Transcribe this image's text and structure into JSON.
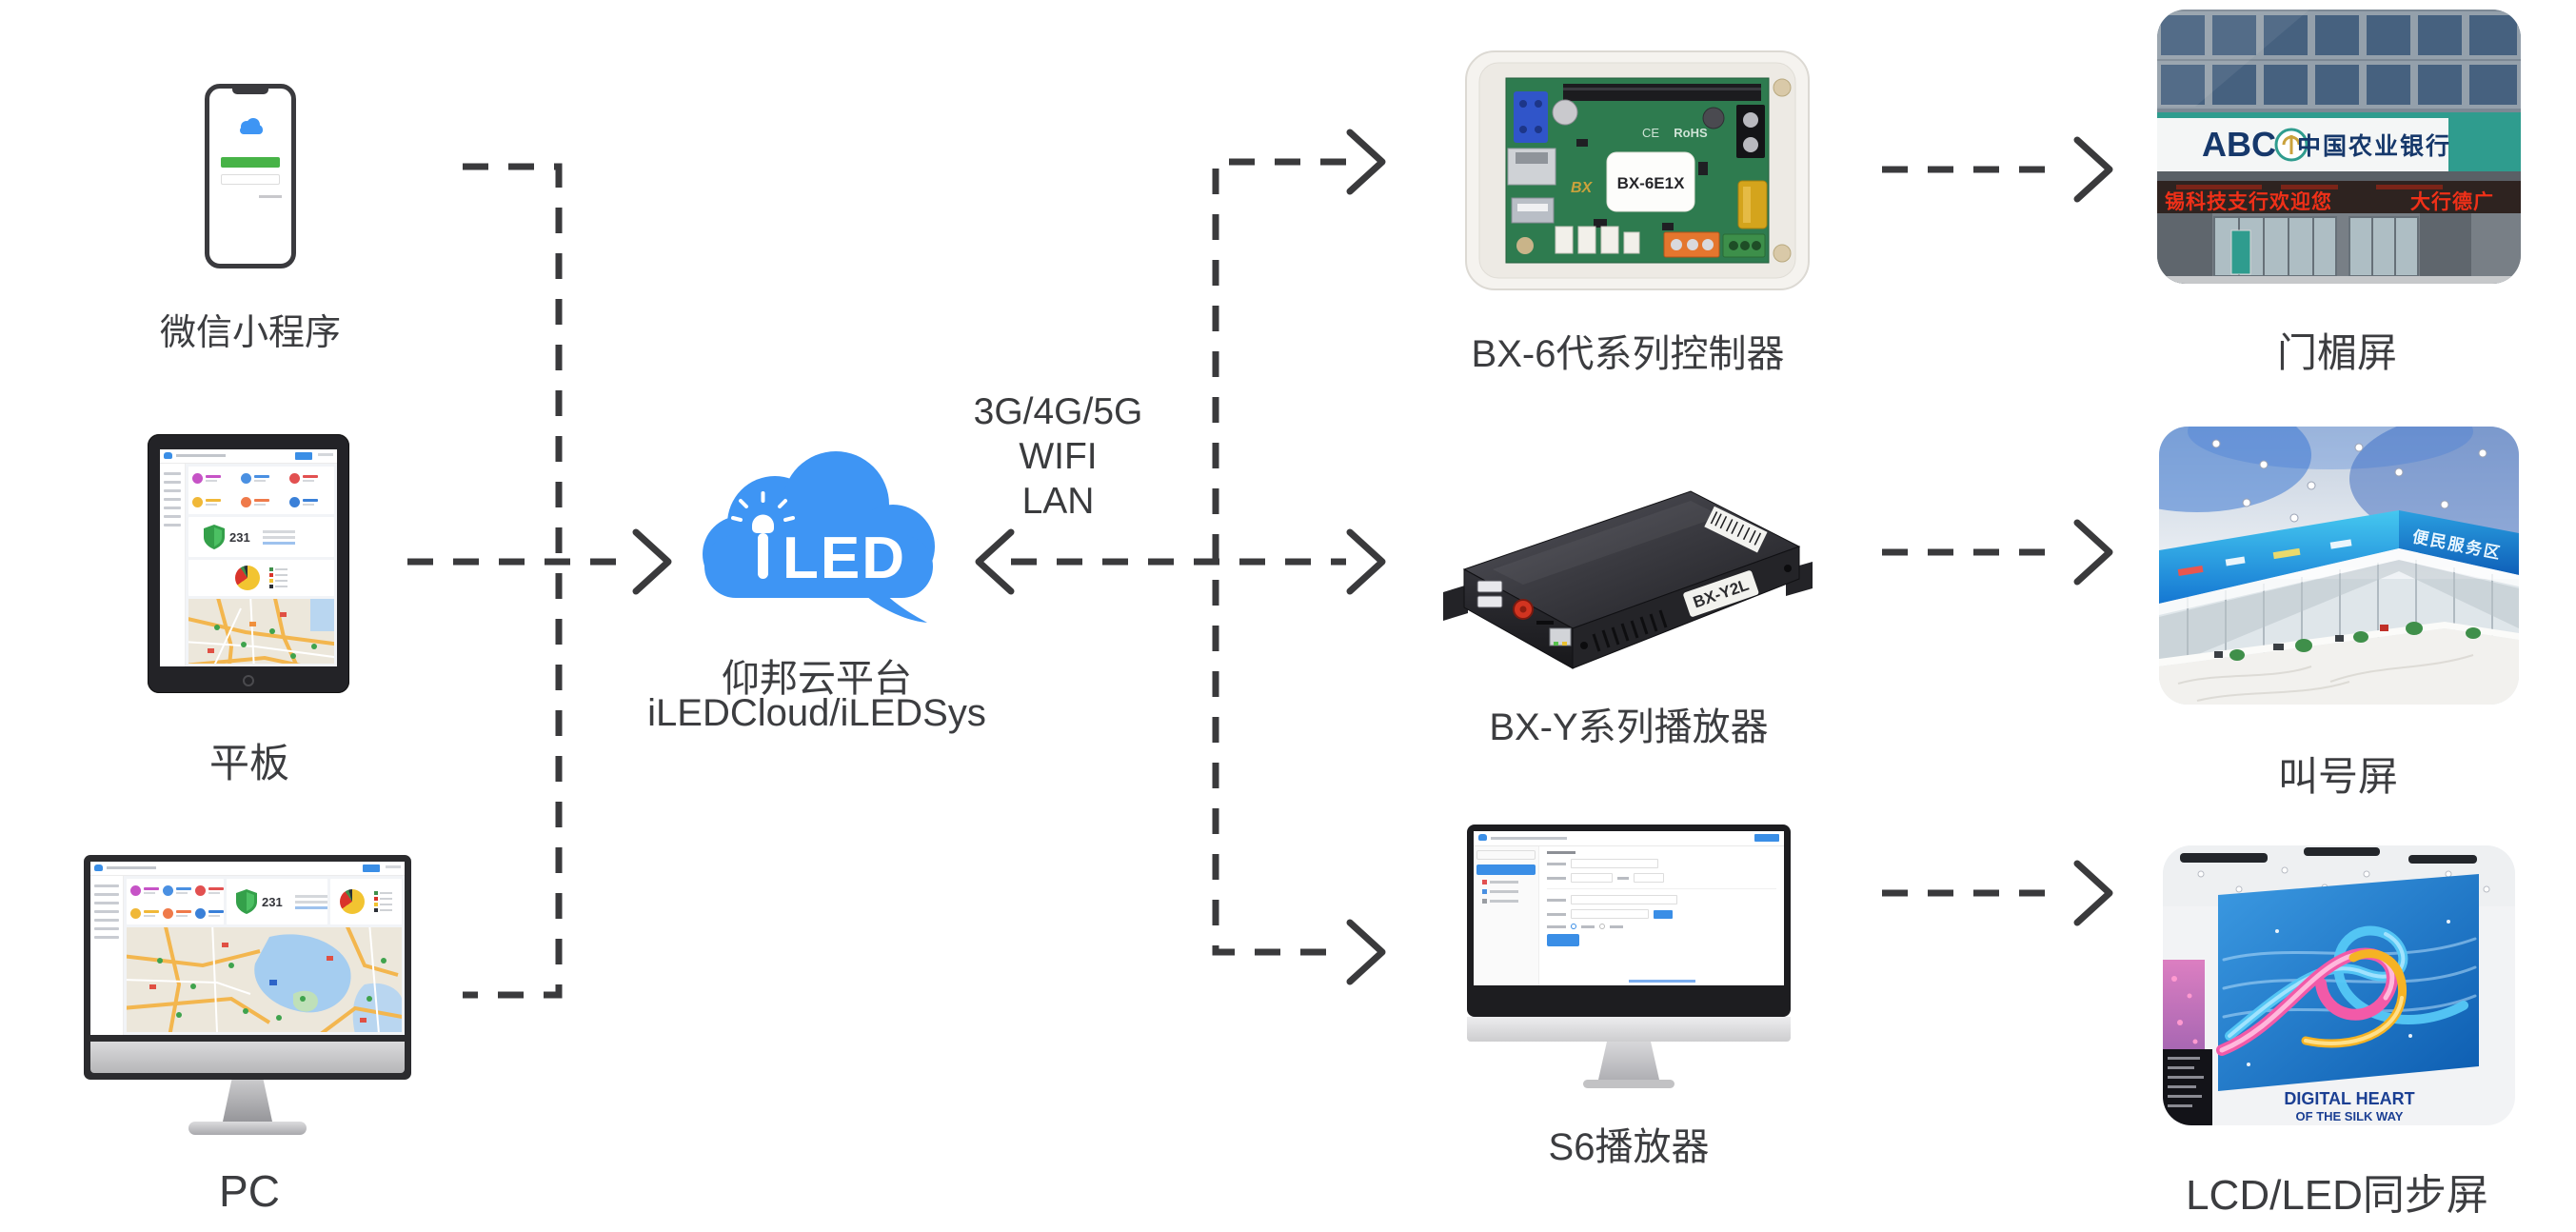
{
  "cloud": {
    "logo_led_text": "LED",
    "caption_line1": "仰邦云平台",
    "caption_line2": "iLEDCloud/iLEDSys"
  },
  "network": {
    "line1": "3G/4G/5G",
    "line2": "WIFI",
    "line3": "LAN"
  },
  "left_column": {
    "phone_caption": "微信小程序",
    "tablet_caption": "平板",
    "tablet_stat": "231",
    "pc_caption": "PC",
    "pc_stat": "231"
  },
  "middle_column": {
    "bx6_caption": "BX-6代系列控制器",
    "bx6_board_label": "BX-6E1X",
    "bx6_rohs": "RoHS",
    "bx6_ce": "CE",
    "bxy_caption": "BX-Y系列播放器",
    "bxy_label": "BX-Y2L",
    "s6_caption": "S6播放器"
  },
  "right_column": {
    "door_caption": "门楣屏",
    "door_sign_abc": "ABC",
    "door_sign_bank": "中国农业银行",
    "door_led_text1": "锡科技支行欢迎您",
    "door_led_text2": "大行德广",
    "queue_caption": "叫号屏",
    "queue_strip_text": "便民服务区",
    "wall_caption": "LCD/LED同步屏",
    "wall_text_line1": "DIGITAL HEART",
    "wall_text_line2": "OF THE SILK WAY"
  }
}
